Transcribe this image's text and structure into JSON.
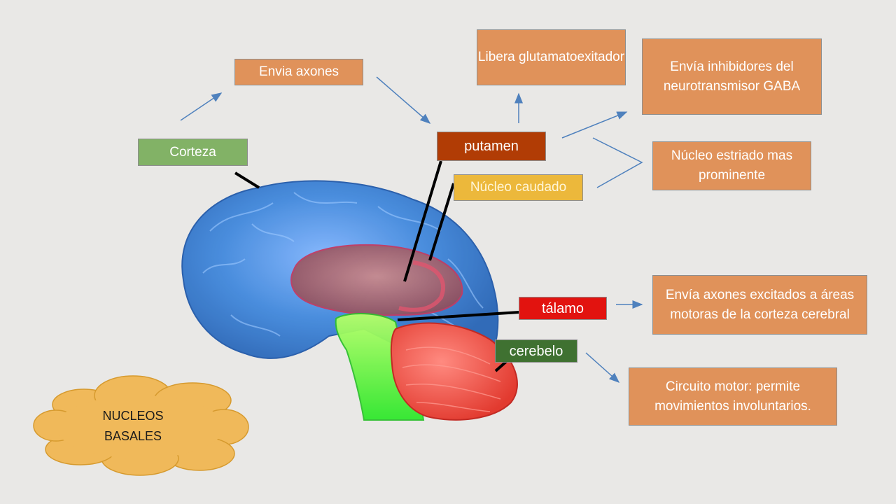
{
  "labels": {
    "envia_axones": "Envia axones",
    "libera": "Libera glutamatoexitador",
    "gaba": "Envía inhibidores del neurotransmisor GABA",
    "corteza": "Corteza",
    "putamen": "putamen",
    "caudado": "Núcleo caudado",
    "estriado": "Núcleo estriado mas prominente",
    "talamo": "tálamo",
    "axones_excitados": "Envía axones excitados  a áreas motoras  de la corteza cerebral",
    "cerebelo": "cerebelo",
    "circuito": "Circuito motor: permite movimientos involuntarios.",
    "nucleos": "NUCLEOS BASALES"
  },
  "colors": {
    "background": "#e9e8e6",
    "info_box": "#e0925a",
    "corteza": "#82b266",
    "putamen": "#b13c05",
    "caudado": "#ecb83b",
    "talamo": "#e2130f",
    "cerebelo": "#3f7131",
    "cloud": "#f0b95a",
    "arrow": "#4f81bd",
    "cerebrum": "#3f86d8",
    "basal_nuclei": "#a0626e",
    "brainstem": "#5ef53a",
    "cerebellum": "#ef4a3f"
  }
}
